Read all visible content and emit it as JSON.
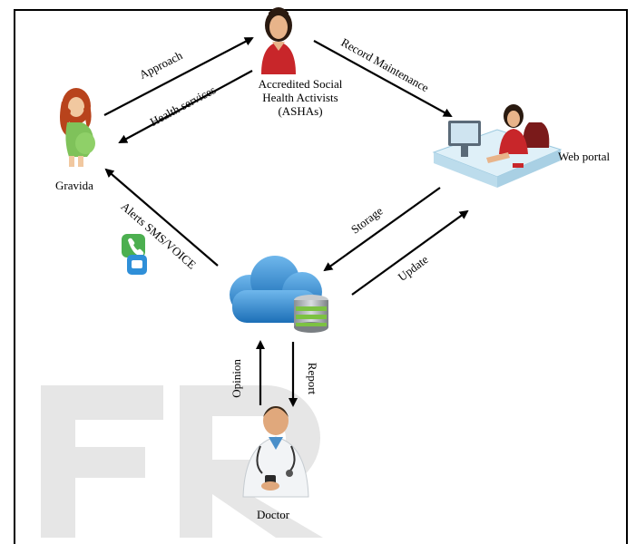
{
  "nodes": {
    "asha": {
      "line1": "Accredited Social",
      "line2": "Health Activists",
      "line3": "(ASHAs)"
    },
    "gravida": "Gravida",
    "web_portal": "Web portal",
    "doctor": "Doctor"
  },
  "edges": {
    "approach": "Approach",
    "health_services": "Health services",
    "record_maintenance": "Record Maintenance",
    "storage": "Storage",
    "update": "Update",
    "alerts": "Alerts SMS/VOICE",
    "opinion": "Opinion",
    "report": "Report"
  },
  "watermark": "FR",
  "colors": {
    "asha_dress": "#c8262a",
    "cloud": "#2a86cf",
    "watermark": "#e6e6e6",
    "desk": "#dff0f8"
  }
}
